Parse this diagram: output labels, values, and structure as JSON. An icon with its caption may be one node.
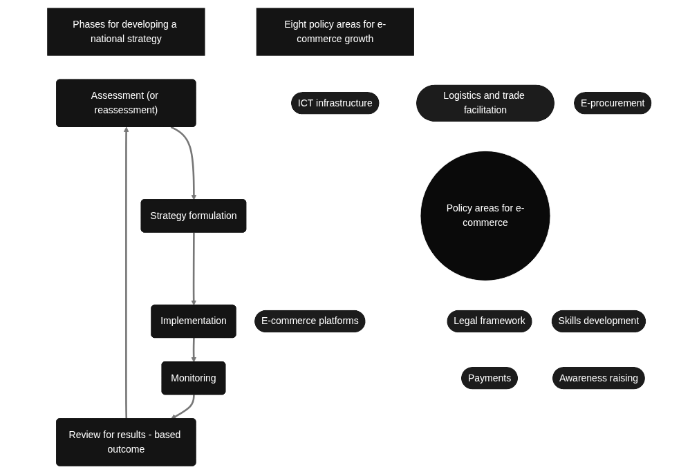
{
  "diagram": {
    "nodes": [
      {
        "text": [
          "Phases for developing a national strategy"
        ]
      },
      {
        "text": [
          "Assessment (or reassessment)"
        ]
      },
      {
        "text": [
          "Strategy formulation"
        ]
      },
      {
        "text": [
          "Implementation"
        ]
      },
      {
        "text": [
          "Monitoring"
        ]
      },
      {
        "text": [
          "Review for results - based outcome"
        ]
      },
      {
        "text": [
          "Eight policy areas for e-commerce growth"
        ]
      },
      {
        "text": [
          "Policy areas for e-commerce"
        ]
      },
      {
        "text": [
          "ICT infrastructure"
        ]
      },
      {
        "text": [
          "Logistics and trade facilitation"
        ]
      },
      {
        "text": [
          "Legal framework"
        ]
      },
      {
        "text": [
          "Payments"
        ]
      },
      {
        "text": [
          "E-commerce platforms"
        ]
      },
      {
        "text": [
          "Awareness raising"
        ]
      },
      {
        "text": [
          "Skills development"
        ]
      },
      {
        "text": [
          "E-procurement"
        ]
      }
    ],
    "edges": [
      {
        "from": 1,
        "to": 2,
        "arrow": "to"
      },
      {
        "from": 2,
        "to": 3,
        "arrow": "to"
      },
      {
        "from": 3,
        "to": 4,
        "arrow": "to"
      },
      {
        "from": 4,
        "to": 5,
        "arrow": "to"
      },
      {
        "from": 5,
        "to": 1,
        "arrow": "to"
      }
    ]
  }
}
